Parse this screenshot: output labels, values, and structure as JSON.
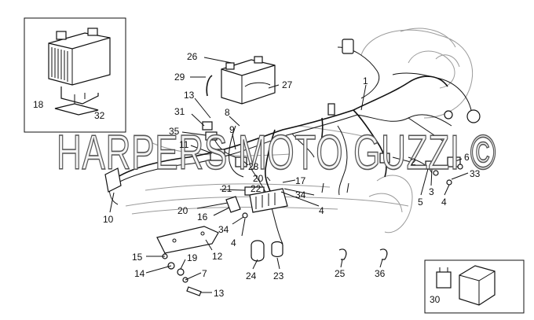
{
  "watermark": "HARPERS MOTO GUZZI ©",
  "callouts": {
    "n1": "1",
    "n2": "2",
    "n3": "3",
    "n4a": "4",
    "n4b": "4",
    "n4c": "4",
    "n5": "5",
    "n6": "6",
    "n7": "7",
    "n8": "8",
    "n9": "9",
    "n10": "10",
    "n11": "11",
    "n12": "12",
    "n13a": "13",
    "n13b": "13",
    "n14": "14",
    "n15": "15",
    "n16": "16",
    "n17": "17",
    "n18": "18",
    "n19": "19",
    "n20a": "20",
    "n20b": "20",
    "n21": "21",
    "n22": "22",
    "n23": "23",
    "n24": "24",
    "n25": "25",
    "n26": "26",
    "n27": "27",
    "n28": "28",
    "n29": "29",
    "n30": "30",
    "n31": "31",
    "n32": "32",
    "n33": "33",
    "n34a": "34",
    "n34b": "34",
    "n35": "35",
    "n36": "36"
  },
  "icons": {
    "battery": "battery-icon",
    "relay": "relay-icon",
    "harness": "wiring-harness-icon"
  }
}
